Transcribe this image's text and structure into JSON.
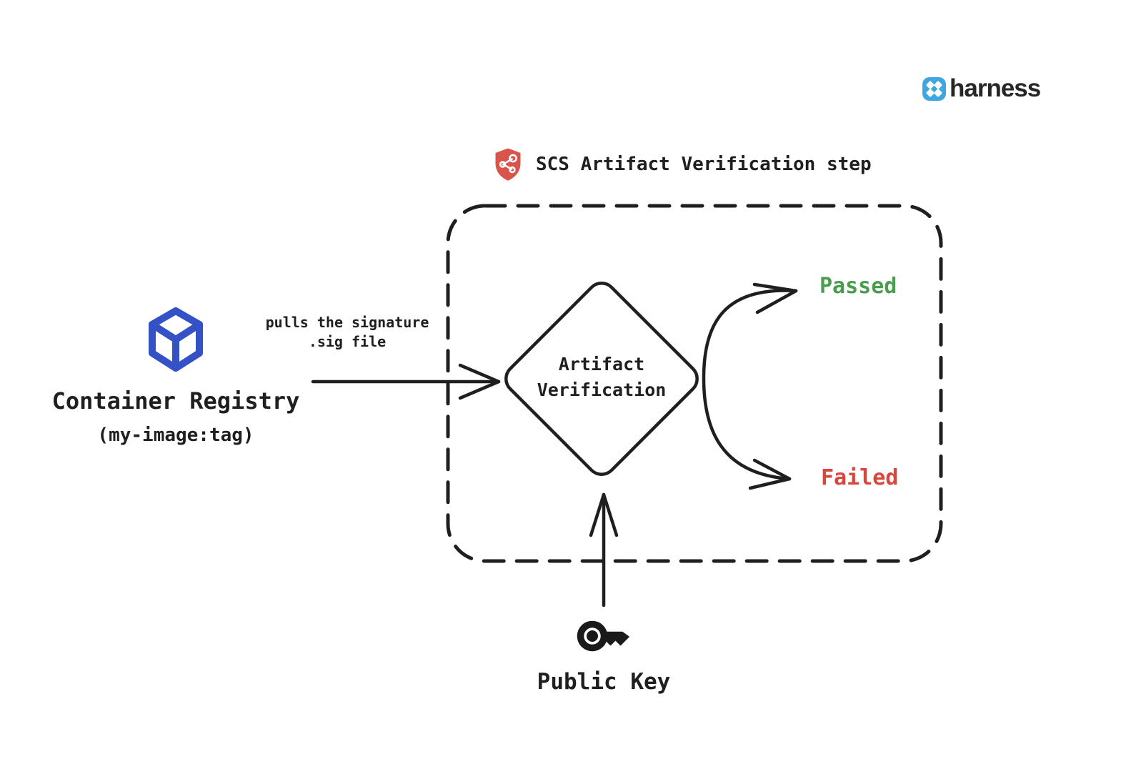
{
  "brand": {
    "name": "harness"
  },
  "step_header": {
    "label": "SCS Artifact Verification step"
  },
  "registry": {
    "title": "Container Registry",
    "subtitle": "(my-image:tag)"
  },
  "edge_label": {
    "line1": "pulls the signature",
    "line2": ".sig file"
  },
  "decision": {
    "line1": "Artifact",
    "line2": "Verification"
  },
  "outcomes": {
    "passed": {
      "label": "Passed",
      "color": "#4a9d4f"
    },
    "failed": {
      "label": "Failed",
      "color": "#d9463c"
    }
  },
  "public_key": {
    "label": "Public Key"
  },
  "icons": {
    "brand_mark": "harness-mark-icon",
    "step_shield": "shield-graph-icon",
    "registry_cube": "cube-icon",
    "public_key": "key-icon"
  },
  "colors": {
    "diagram_stroke": "#1f1f1f",
    "registry_cube_blue": "#3451c6",
    "shield_red": "#d9544a",
    "harness_blue": "#3fa7e0",
    "passed_green": "#4a9d4f",
    "failed_red": "#d9463c",
    "background": "#ffffff"
  }
}
